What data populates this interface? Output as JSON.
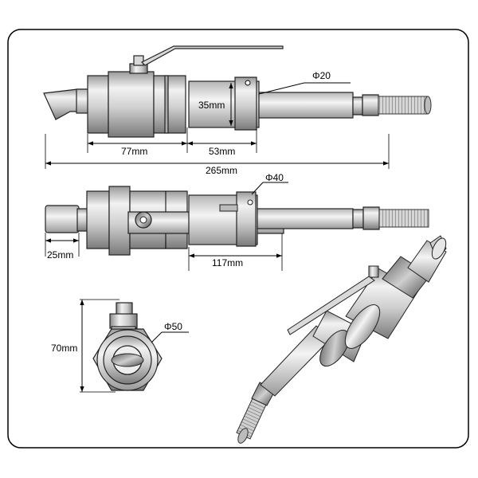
{
  "dimensions": {
    "pipe_diameter": "Φ20",
    "height_35": "35mm",
    "length_77": "77mm",
    "length_53": "53mm",
    "total_length": "265mm",
    "diameter_40": "Φ40",
    "length_25": "25mm",
    "length_117": "117mm",
    "height_70": "70mm",
    "diameter_50": "Φ50"
  },
  "colors": {
    "line": "#000000",
    "metal_light": "#e8e8e8",
    "metal_mid": "#c8c8c8",
    "metal_dark": "#8a8a8a",
    "hose": "#b0b0b0"
  },
  "icons": {
    "dimension_arrow": "arrowhead",
    "frame": "rounded-rectangle"
  }
}
